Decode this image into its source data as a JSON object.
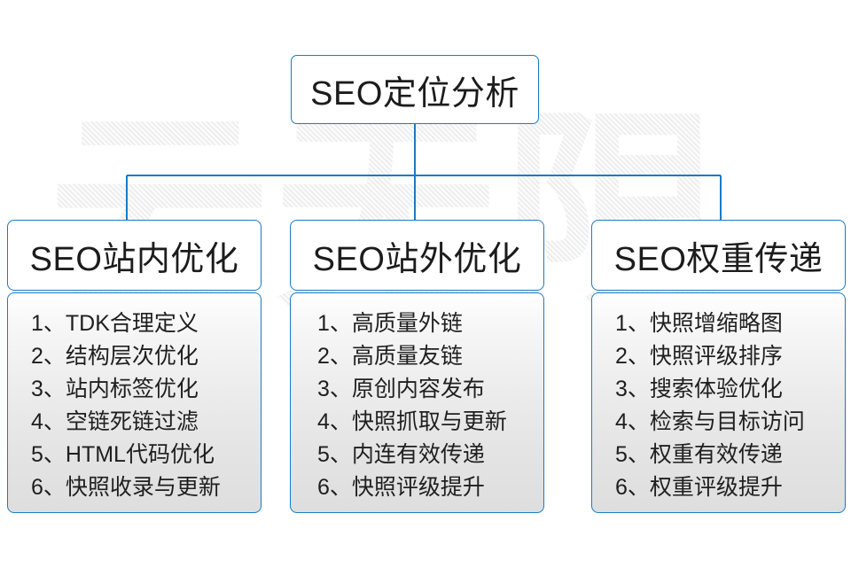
{
  "diagram": {
    "title": "SEO定位分析",
    "watermark": "云无限",
    "watermark_chars": [
      "云",
      "无",
      "限"
    ],
    "accent_color": "#1a7bc4",
    "text_color": "#1c1c1c",
    "background_color": "#ffffff",
    "root": {
      "label": "SEO定位分析"
    },
    "columns": [
      {
        "header": "SEO站内优化",
        "items": [
          "1、TDK合理定义",
          "2、结构层次优化",
          "3、站内标签优化",
          "4、空链死链过滤",
          "5、HTML代码优化",
          "6、快照收录与更新"
        ]
      },
      {
        "header": "SEO站外优化",
        "items": [
          "1、高质量外链",
          "2、高质量友链",
          "3、原创内容发布",
          "4、快照抓取与更新",
          "5、内连有效传递",
          "6、快照评级提升"
        ]
      },
      {
        "header": "SEO权重传递",
        "items": [
          "1、快照增缩略图",
          "2、快照评级排序",
          "3、搜索体验优化",
          "4、检索与目标访问",
          "5、权重有效传递",
          "6、权重评级提升"
        ]
      }
    ]
  }
}
